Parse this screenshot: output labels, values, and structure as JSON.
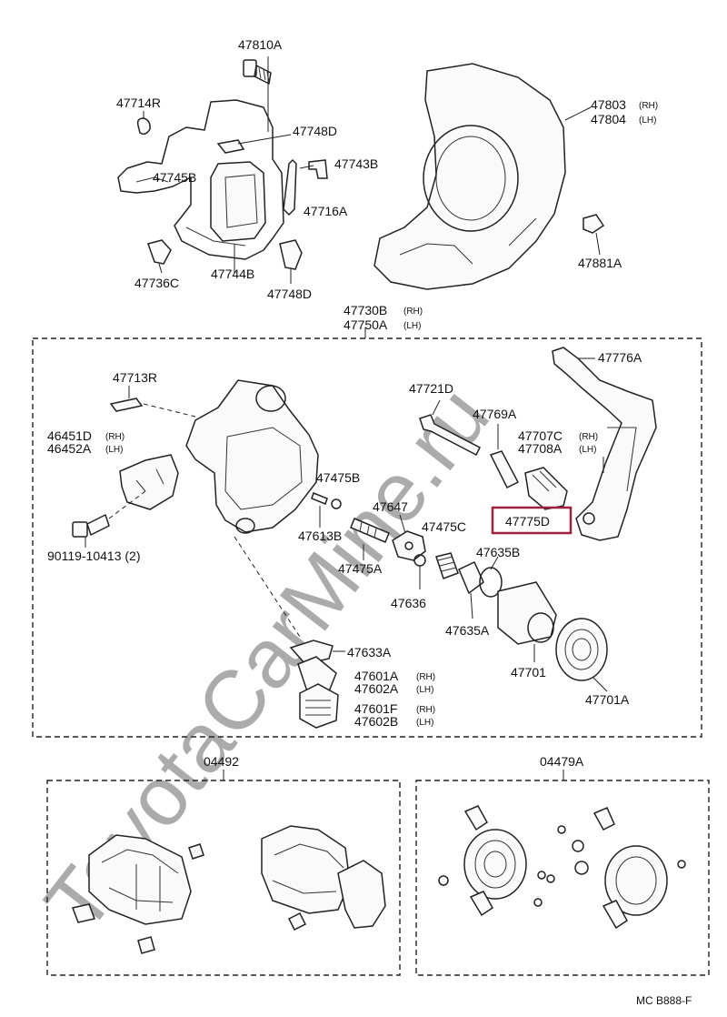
{
  "watermark": "ToyotaCarMine.ru",
  "footer_code": "MC  B888-F",
  "highlight": {
    "part": "47775D",
    "color": "#a0203c"
  },
  "labels": {
    "p47810A": "47810A",
    "p47714R": "47714R",
    "p47748D_top": "47748D",
    "p47743B": "47743B",
    "p47745B": "47745B",
    "p47716A": "47716A",
    "p47736C": "47736C",
    "p47744B": "47744B",
    "p47748D_bot": "47748D",
    "p47803": "47803",
    "p47803_side": "(RH)",
    "p47804": "47804",
    "p47804_side": "(LH)",
    "p47881A": "47881A",
    "p47730B": "47730B",
    "p47730B_side": "(RH)",
    "p47750A": "47750A",
    "p47750A_side": "(LH)",
    "p47713R": "47713R",
    "p46451D": "46451D",
    "p46451D_side": "(RH)",
    "p46452A": "46452A",
    "p46452A_side": "(LH)",
    "p90119": "90119-10413 (2)",
    "p47721D": "47721D",
    "p47769A": "47769A",
    "p47776A": "47776A",
    "p47707C": "47707C",
    "p47707C_side": "(RH)",
    "p47708A": "47708A",
    "p47708A_side": "(LH)",
    "p47775D": "47775D",
    "p47475B": "47475B",
    "p47647": "47647",
    "p47613B": "47613B",
    "p47475C": "47475C",
    "p47635B": "47635B",
    "p47475A": "47475A",
    "p47636": "47636",
    "p47635A": "47635A",
    "p47701": "47701",
    "p47701A": "47701A",
    "p47633A": "47633A",
    "p47601A": "47601A",
    "p47601A_side": "(RH)",
    "p47602A": "47602A",
    "p47602A_side": "(LH)",
    "p47601F": "47601F",
    "p47601F_side": "(RH)",
    "p47602B": "47602B",
    "p47602B_side": "(LH)",
    "p04492": "04492",
    "p04479A": "04479A"
  }
}
